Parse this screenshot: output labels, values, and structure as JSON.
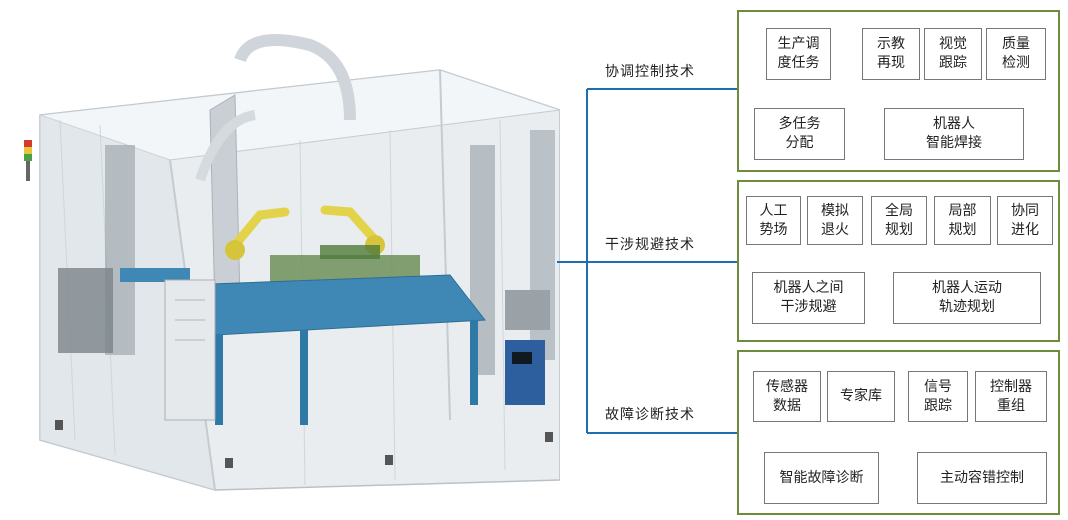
{
  "colors": {
    "panel_border": "#6e8c3c",
    "connector": "#1f6fb0",
    "box_border": "#777777"
  },
  "illustration": {
    "description_icon": "robot-welding-workcell-icon"
  },
  "sections": [
    {
      "title": "协调控制技术",
      "inputs": [
        {
          "lines": [
            "生产调",
            "度任务"
          ]
        },
        {
          "lines": [
            "示教",
            "再现"
          ]
        },
        {
          "lines": [
            "视觉",
            "跟踪"
          ]
        },
        {
          "lines": [
            "质量",
            "检测"
          ]
        }
      ],
      "intermediate": {
        "lines": [
          "多任务",
          "分配"
        ]
      },
      "output": {
        "lines": [
          "机器人",
          "智能焊接"
        ]
      }
    },
    {
      "title": "干涉规避技术",
      "inputs": [
        {
          "lines": [
            "人工",
            "势场"
          ]
        },
        {
          "lines": [
            "模拟",
            "退火"
          ]
        },
        {
          "lines": [
            "全局",
            "规划"
          ]
        },
        {
          "lines": [
            "局部",
            "规划"
          ]
        },
        {
          "lines": [
            "协同",
            "进化"
          ]
        }
      ],
      "intermediate": {
        "lines": [
          "机器人之间",
          "干涉规避"
        ]
      },
      "output": {
        "lines": [
          "机器人运动",
          "轨迹规划"
        ]
      }
    },
    {
      "title": "故障诊断技术",
      "inputs": [
        {
          "lines": [
            "传感器",
            "数据"
          ]
        },
        {
          "lines": [
            "专家库"
          ]
        },
        {
          "lines": [
            "信号",
            "跟踪"
          ]
        },
        {
          "lines": [
            "控制器",
            "重组"
          ]
        }
      ],
      "intermediate": {
        "lines": [
          "智能故障诊断"
        ]
      },
      "output": {
        "lines": [
          "主动容错控制"
        ]
      }
    }
  ]
}
